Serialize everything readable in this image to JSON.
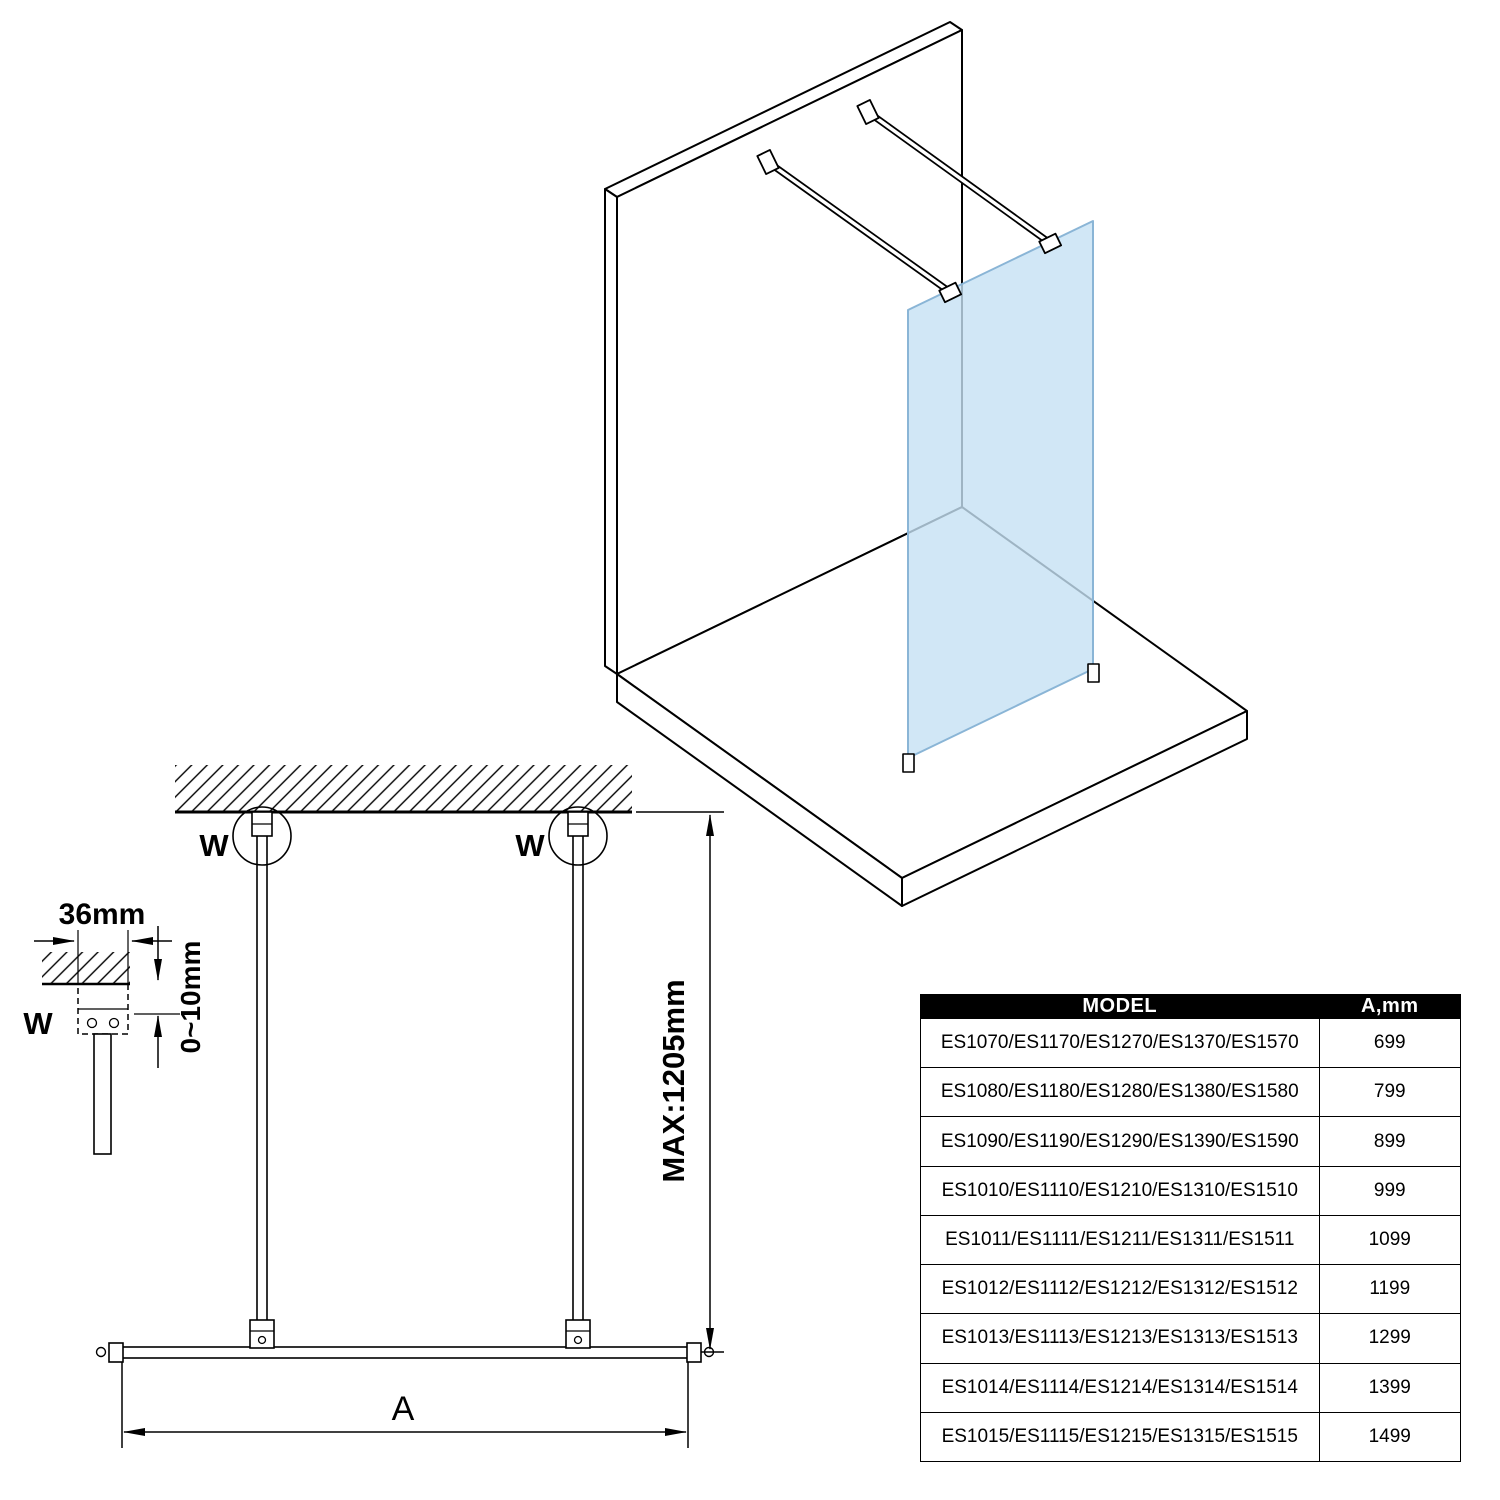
{
  "colors": {
    "glass_fill": "#c5e1f4",
    "line": "#000000",
    "table_header_bg": "#000000",
    "table_header_text": "#ffffff"
  },
  "front_view": {
    "labels": {
      "w_left": "W",
      "w_right": "W",
      "w_detail": "W",
      "dim_36": "36mm",
      "dim_adjust": "0~10mm",
      "dim_max": "MAX:1205mm",
      "dim_width": "A"
    }
  },
  "table": {
    "headers": {
      "model": "MODEL",
      "a": "A,mm"
    },
    "rows": [
      {
        "model": "ES1070/ES1170/ES1270/ES1370/ES1570",
        "a": "699"
      },
      {
        "model": "ES1080/ES1180/ES1280/ES1380/ES1580",
        "a": "799"
      },
      {
        "model": "ES1090/ES1190/ES1290/ES1390/ES1590",
        "a": "899"
      },
      {
        "model": "ES1010/ES1110/ES1210/ES1310/ES1510",
        "a": "999"
      },
      {
        "model": "ES1011/ES1111/ES1211/ES1311/ES1511",
        "a": "1099"
      },
      {
        "model": "ES1012/ES1112/ES1212/ES1312/ES1512",
        "a": "1199"
      },
      {
        "model": "ES1013/ES1113/ES1213/ES1313/ES1513",
        "a": "1299"
      },
      {
        "model": "ES1014/ES1114/ES1214/ES1314/ES1514",
        "a": "1399"
      },
      {
        "model": "ES1015/ES1115/ES1215/ES1315/ES1515",
        "a": "1499"
      }
    ]
  }
}
